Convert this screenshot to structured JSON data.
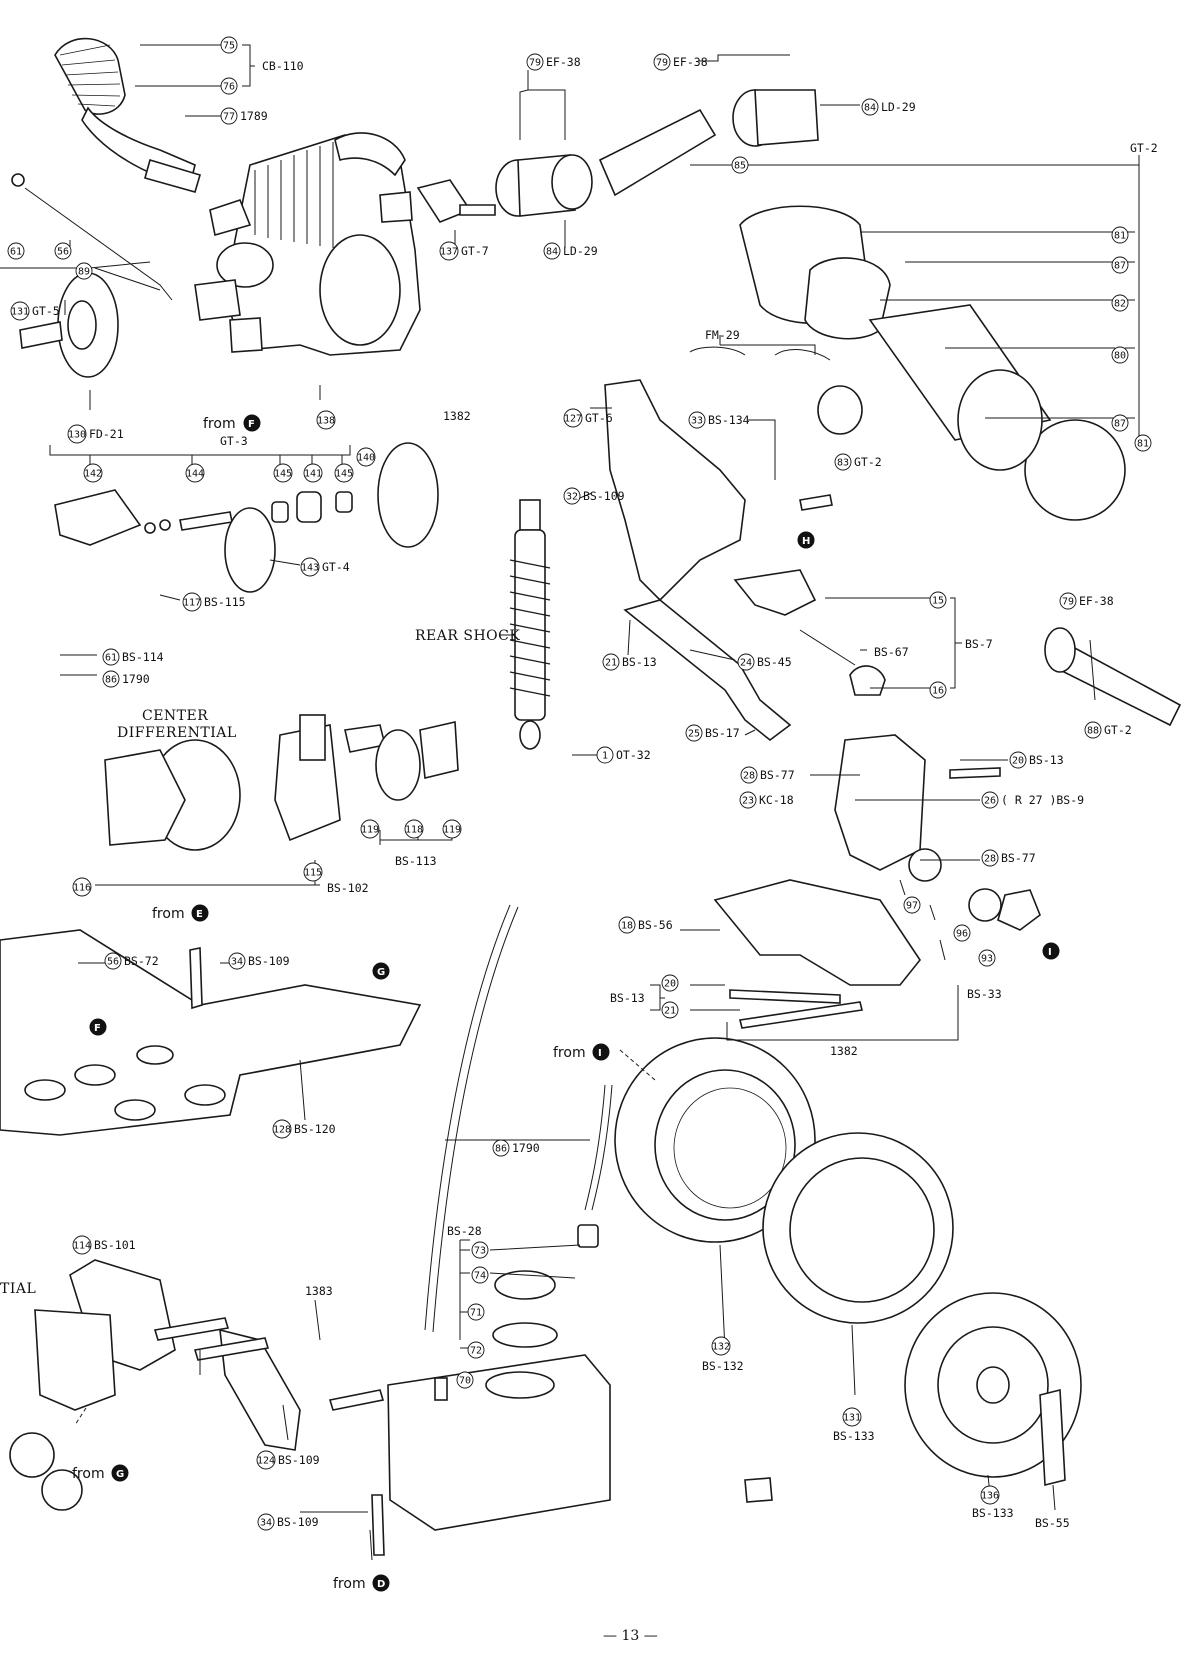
{
  "diagram": {
    "captions": {
      "rear_shock": "REAR SHOCK",
      "center_diff_1": "CENTER",
      "center_diff_2": "DIFFERENTIAL",
      "tial": "TIAL"
    },
    "page_number": "— 13 —",
    "from_labels": {
      "F_top": "from",
      "E": "from",
      "I": "from",
      "G": "from",
      "D": "from"
    },
    "badges": {
      "F": "F",
      "E": "E",
      "G": "G",
      "H": "H",
      "I": "I",
      "D": "D"
    },
    "assemblies": {
      "cb110": "CB-110",
      "gt3": "GT-3",
      "gt2_group": "GT-2",
      "fm29": "FM-29",
      "bs7": "BS-7",
      "bs13_pins": "BS-13",
      "bs28": "BS-28",
      "bs113": "BS-113",
      "bs102": "BS-102",
      "bs133": "BS-133",
      "bs132": "BS-132",
      "bs133b": "BS-133",
      "bs55": "BS-55",
      "bs33": "BS-33",
      "n1382_pins": "1382",
      "n1382_tr": "1382",
      "n1383": "1383"
    },
    "callouts": [
      {
        "id": "c75",
        "num": "75",
        "label": ""
      },
      {
        "id": "c76",
        "num": "76",
        "label": ""
      },
      {
        "id": "c77",
        "num": "77",
        "label": "1789"
      },
      {
        "id": "c79a",
        "num": "79",
        "label": "EF-38"
      },
      {
        "id": "c79b",
        "num": "79",
        "label": "EF-38"
      },
      {
        "id": "c84a",
        "num": "84",
        "label": "LD-29"
      },
      {
        "id": "c84b",
        "num": "84",
        "label": "LD-29"
      },
      {
        "id": "c85",
        "num": "85",
        "label": ""
      },
      {
        "id": "c137",
        "num": "137",
        "label": "GT-7"
      },
      {
        "id": "c61a",
        "num": "61",
        "label": ""
      },
      {
        "id": "c56a",
        "num": "56",
        "label": ""
      },
      {
        "id": "c89",
        "num": "89",
        "label": ""
      },
      {
        "id": "c131a",
        "num": "131",
        "label": "GT-5"
      },
      {
        "id": "c130",
        "num": "130",
        "label": "FD-21"
      },
      {
        "id": "c138",
        "num": "138",
        "label": ""
      },
      {
        "id": "c81a",
        "num": "81",
        "label": ""
      },
      {
        "id": "c87a",
        "num": "87",
        "label": ""
      },
      {
        "id": "c82",
        "num": "82",
        "label": ""
      },
      {
        "id": "c80",
        "num": "80",
        "label": ""
      },
      {
        "id": "c87b",
        "num": "87",
        "label": ""
      },
      {
        "id": "c81b",
        "num": "81",
        "label": ""
      },
      {
        "id": "c83",
        "num": "83",
        "label": "GT-2"
      },
      {
        "id": "c127",
        "num": "127",
        "label": "GT-6"
      },
      {
        "id": "c33",
        "num": "33",
        "label": "BS-134"
      },
      {
        "id": "c32",
        "num": "32",
        "label": "BS-109"
      },
      {
        "id": "c142",
        "num": "142",
        "label": ""
      },
      {
        "id": "c144",
        "num": "144",
        "label": ""
      },
      {
        "id": "c145a",
        "num": "145",
        "label": ""
      },
      {
        "id": "c141",
        "num": "141",
        "label": ""
      },
      {
        "id": "c145b",
        "num": "145",
        "label": ""
      },
      {
        "id": "c140",
        "num": "140",
        "label": ""
      },
      {
        "id": "c143",
        "num": "143",
        "label": "GT-4"
      },
      {
        "id": "c117",
        "num": "117",
        "label": "BS-115"
      },
      {
        "id": "c61b",
        "num": "61",
        "label": "BS-114"
      },
      {
        "id": "c86a",
        "num": "86",
        "label": "1790"
      },
      {
        "id": "c15",
        "num": "15",
        "label": ""
      },
      {
        "id": "c16",
        "num": "16",
        "label": ""
      },
      {
        "id": "cbs67",
        "num": "",
        "label": "BS-67"
      },
      {
        "id": "c79c",
        "num": "79",
        "label": "EF-38"
      },
      {
        "id": "c88",
        "num": "88",
        "label": "GT-2"
      },
      {
        "id": "c21a",
        "num": "21",
        "label": "BS-13"
      },
      {
        "id": "c24",
        "num": "24",
        "label": "BS-45"
      },
      {
        "id": "c25",
        "num": "25",
        "label": "BS-17"
      },
      {
        "id": "c1",
        "num": "1",
        "label": "OT-32"
      },
      {
        "id": "c20a",
        "num": "20",
        "label": "BS-13"
      },
      {
        "id": "c28a",
        "num": "28",
        "label": "BS-77"
      },
      {
        "id": "c23",
        "num": "23",
        "label": "KC-18"
      },
      {
        "id": "c26",
        "num": "26",
        "label": "( R 27 )BS-9"
      },
      {
        "id": "c28b",
        "num": "28",
        "label": "BS-77"
      },
      {
        "id": "c97",
        "num": "97",
        "label": ""
      },
      {
        "id": "c96",
        "num": "96",
        "label": ""
      },
      {
        "id": "c93",
        "num": "93",
        "label": ""
      },
      {
        "id": "c18",
        "num": "18",
        "label": "BS-56"
      },
      {
        "id": "c20b",
        "num": "20",
        "label": ""
      },
      {
        "id": "c21b",
        "num": "21",
        "label": ""
      },
      {
        "id": "c119a",
        "num": "119",
        "label": ""
      },
      {
        "id": "c118",
        "num": "118",
        "label": ""
      },
      {
        "id": "c119b",
        "num": "119",
        "label": ""
      },
      {
        "id": "c115",
        "num": "115",
        "label": ""
      },
      {
        "id": "c116",
        "num": "116",
        "label": ""
      },
      {
        "id": "c56b",
        "num": "56",
        "label": "BS-72"
      },
      {
        "id": "c34a",
        "num": "34",
        "label": "BS-109"
      },
      {
        "id": "c128",
        "num": "128",
        "label": "BS-120"
      },
      {
        "id": "c86b",
        "num": "86",
        "label": "1790"
      },
      {
        "id": "c73",
        "num": "73",
        "label": ""
      },
      {
        "id": "c74",
        "num": "74",
        "label": ""
      },
      {
        "id": "c71",
        "num": "71",
        "label": ""
      },
      {
        "id": "c72",
        "num": "72",
        "label": ""
      },
      {
        "id": "c70",
        "num": "70",
        "label": ""
      },
      {
        "id": "c114",
        "num": "114",
        "label": "BS-101"
      },
      {
        "id": "c124",
        "num": "124",
        "label": "BS-109"
      },
      {
        "id": "c34b",
        "num": "34",
        "label": "BS-109"
      },
      {
        "id": "c132",
        "num": "132",
        "label": ""
      },
      {
        "id": "c131b",
        "num": "131",
        "label": ""
      },
      {
        "id": "c136",
        "num": "136",
        "label": ""
      }
    ]
  }
}
